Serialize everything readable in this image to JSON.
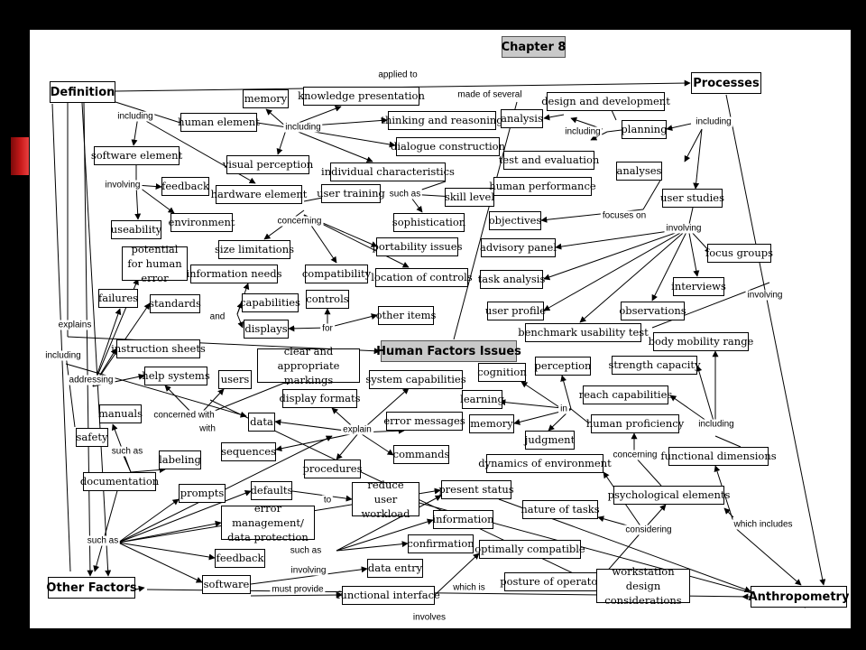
{
  "title": "Chapter 8",
  "nodes": {
    "chapter8": "Chapter 8",
    "definition": "Definition",
    "processes": "Processes",
    "other_factors": "Other Factors",
    "anthropometry": "Anthropometry",
    "human_factors_issues": "Human Factors Issues",
    "memory1": "memory",
    "knowledge_presentation": "knowledge presentation",
    "human_element": "human element",
    "thinking_reasoning": "thinking and reasoning",
    "dialogue_construction": "dialogue construction",
    "design_development": "design and development",
    "analysis": "analysis",
    "planning": "planning",
    "test_evaluation": "test and evaluation",
    "software_element": "software element",
    "visual_perception": "visual perception",
    "individual_characteristics": "individual characteristics",
    "analyses": "analyses",
    "feedback1": "feedback",
    "hardware_element": "hardware element",
    "user_training": "user training",
    "skill_level": "skill level",
    "human_performance": "human performance",
    "user_studies": "user studies",
    "environment": "environment",
    "useability": "useability",
    "sophistication": "sophistication",
    "objectives": "objectives",
    "size_limitations": "size limitations",
    "portability_issues": "portability issues",
    "advisory_panel": "advisory panel",
    "focus_groups": "focus groups",
    "potential_human_error": "potential for human error",
    "information_needs": "information needs",
    "compatibility": "compatibility",
    "location_controls": "location of controls",
    "task_analysis": "task analysis",
    "interviews": "interviews",
    "failures": "failures",
    "standards": "standards",
    "capabilities": "capabilities",
    "controls": "controls",
    "user_profile": "user profile",
    "observations": "observations",
    "displays": "displays",
    "other_items": "other items",
    "benchmark_usability_test": "benchmark usability test",
    "instruction_sheets": "instruction sheets",
    "clear_markings": "clear and appropriate markings",
    "body_mobility_range": "body mobility range",
    "help_systems": "help systems",
    "users": "users",
    "system_capabilities": "system capabilities",
    "cognition": "cognition",
    "perception": "perception",
    "strength_capacity": "strength capacity",
    "display_formats": "display formats",
    "learning": "learning",
    "reach_capabilities": "reach capabilities",
    "manuals": "manuals",
    "data": "data",
    "error_messages": "error messages",
    "memory2": "memory",
    "human_proficiency": "human proficiency",
    "safety": "safety",
    "judgment": "judgment",
    "sequences": "sequences",
    "commands": "commands",
    "labeling": "labeling",
    "dynamics_environment": "dynamics of environment",
    "functional_dimensions": "functional dimensions",
    "procedures": "procedures",
    "documentation": "documentation",
    "prompts": "prompts",
    "defaults": "defaults",
    "reduce_workload": "reduce user workload",
    "present_status": "present status",
    "psychological_elements": "psychological elements",
    "error_management": "error management/ data protection",
    "nature_tasks": "nature of tasks",
    "information": "information",
    "confirmation": "confirmation",
    "optimally_compatible": "optimally compatible",
    "feedback2": "feedback",
    "data_entry": "data entry",
    "software": "software",
    "functional_interface": "functional interface",
    "posture_operator": "posture of operator",
    "workstation_design": "workstation design considerations"
  },
  "labels": {
    "applied_to": "applied to",
    "made_of_several": "made of several",
    "including_def": "including",
    "including_he": "including",
    "including_proc": "including",
    "including_plan": "including",
    "involving_sw": "involving",
    "such_as_ic": "such as",
    "focuses_on": "focuses on",
    "concerning_hw": "concerning",
    "involving_us": "involving",
    "involving_anth": "involving",
    "and": "and",
    "for": "for",
    "explains": "explains",
    "including_left": "including",
    "addressing": "addressing",
    "concerned_with": "concerned with",
    "with": "with",
    "in": "in",
    "including_right": "including",
    "explain": "explain",
    "such_as_doc": "such as",
    "concerning_psy": "concerning",
    "to": "to",
    "such_as_of": "such as",
    "such_as_fb": "such as",
    "considering": "considering",
    "which_includes": "which includes",
    "involving_sw2": "involving",
    "must_provide": "must provide",
    "which_is": "which is",
    "involves": "involves"
  }
}
